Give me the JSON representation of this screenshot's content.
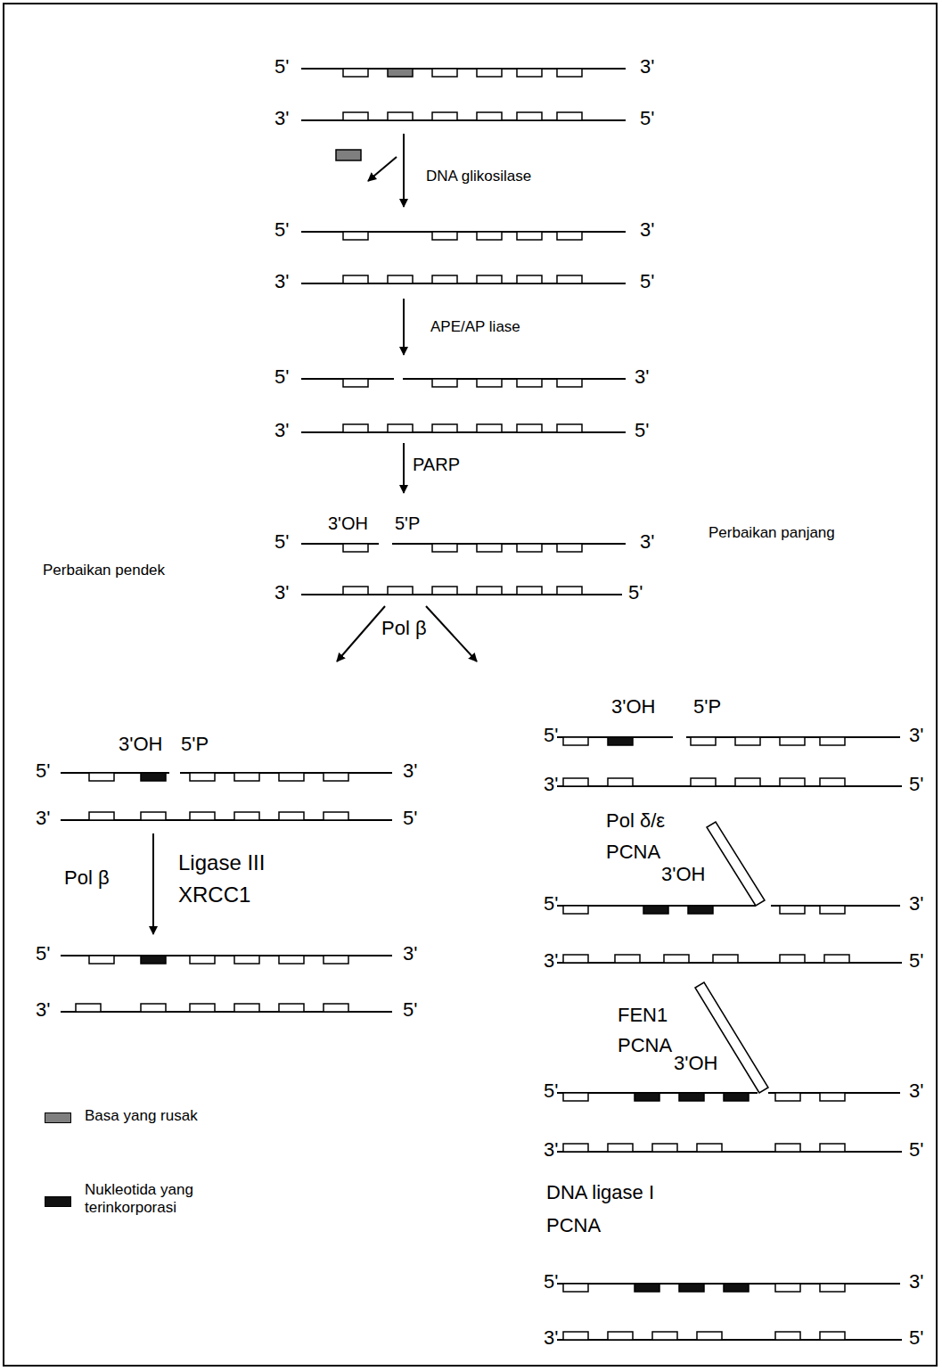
{
  "diagram": {
    "labels": [
      "5'",
      "3'",
      "3'",
      "5'",
      "DNA glikosilase",
      "5'",
      "3'",
      "3'",
      "5'",
      "APE/AP liase",
      "5'",
      "3'",
      "3'",
      "5'",
      "PARP",
      "3'OH",
      "5'P",
      "5'",
      "3'",
      "Perbaikan pendek",
      "3'",
      "5'",
      "Perbaikan panjang",
      "Pol β",
      "3'OH",
      "5'P",
      "5'",
      "3'",
      "3'",
      "5'",
      "Pol β",
      "Ligase III",
      "XRCC1",
      "5'",
      "3'",
      "3'",
      "5'",
      "3'OH",
      "5'P",
      "5'",
      "3'",
      "3'",
      "5'",
      "Pol δ/ε",
      "PCNA",
      "3'OH",
      "5'",
      "3'",
      "3'",
      "5'",
      "FEN1",
      "PCNA",
      "3'OH",
      "5'",
      "3'",
      "3'",
      "5'",
      "DNA ligase I",
      "PCNA",
      "5'",
      "3'",
      "3'",
      "5'"
    ],
    "legend": [
      {
        "text": "Basa yang rusak",
        "color": "#7f7f7f"
      },
      {
        "text": "Nukleotida yang terinkorporasi",
        "color": "#111111"
      }
    ]
  }
}
